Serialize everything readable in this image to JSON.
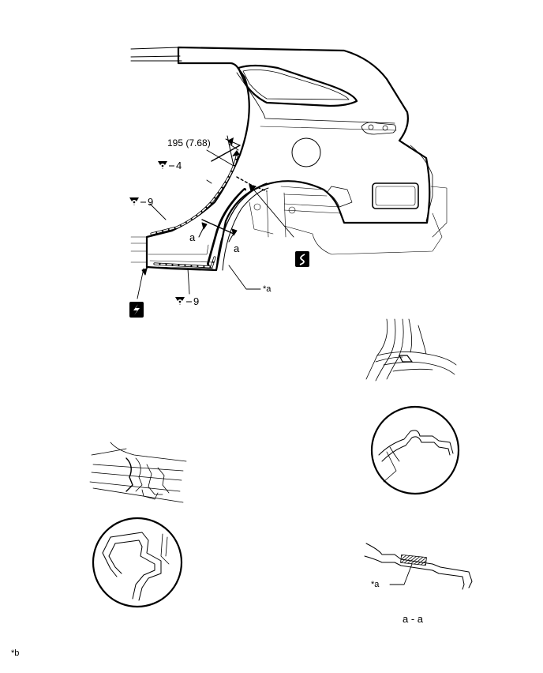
{
  "dimension_label": "195 (7.68)",
  "weld_labels": {
    "upper": "4",
    "middle": "9",
    "lower": "9"
  },
  "section_marker": "a",
  "callout_a": "*a",
  "callout_b": "*b",
  "section_caption": "a - a",
  "icons": [
    "spot-weld-symbol",
    "cut-symbol",
    "saw-cut-symbol"
  ]
}
